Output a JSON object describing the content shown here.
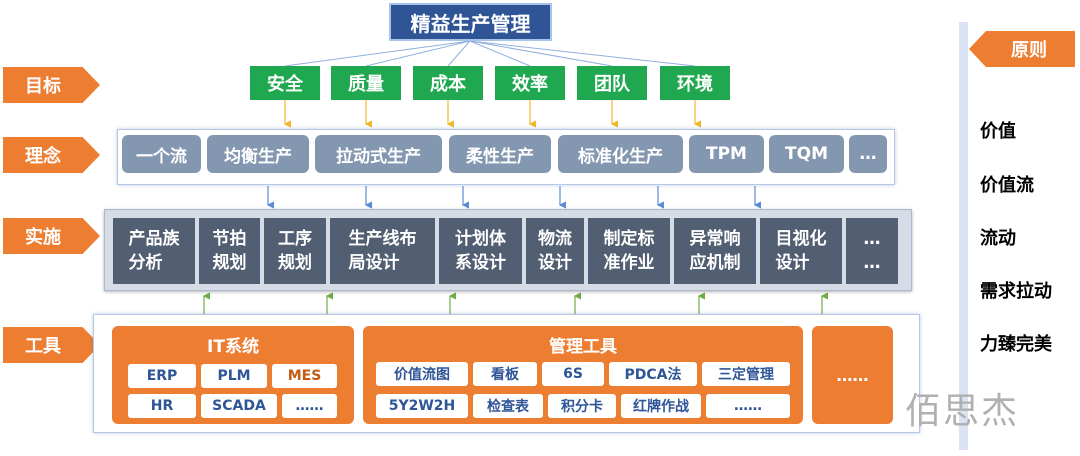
{
  "title": "精益生产管理",
  "rows": {
    "goals": "目标",
    "concepts": "理念",
    "implementation": "实施",
    "tools": "工具"
  },
  "goals": [
    "安全",
    "质量",
    "成本",
    "效率",
    "团队",
    "环境"
  ],
  "concepts": [
    "一个流",
    "均衡生产",
    "拉动式生产",
    "柔性生产",
    "标准化生产",
    "TPM",
    "TQM",
    "…"
  ],
  "implementation": [
    "产品族\n分析",
    "节拍\n规划",
    "工序\n规划",
    "生产线布\n局设计",
    "计划体\n系设计",
    "物流\n设计",
    "制定标\n准作业",
    "异常响\n应机制",
    "目视化\n设计",
    "…\n…"
  ],
  "tools": {
    "it_system": {
      "title": "IT系统",
      "items": [
        "ERP",
        "PLM",
        "MES",
        "HR",
        "SCADA",
        "……"
      ]
    },
    "management": {
      "title": "管理工具",
      "items": [
        "价值流图",
        "看板",
        "6S",
        "PDCA法",
        "三定管理",
        "5Y2W2H",
        "检查表",
        "积分卡",
        "红牌作战",
        "……"
      ]
    },
    "other": "……"
  },
  "principles": {
    "label": "原则",
    "items": [
      "价值",
      "价值流",
      "流动",
      "需求拉动",
      "力臻完美"
    ]
  },
  "watermark": "佰思杰",
  "colors": {
    "title_bg": "#2f5597",
    "goal_green": "#1fa84f",
    "accent_orange": "#ed7d31",
    "concept_gray_blue": "#8497b0",
    "impl_dark": "#525e72",
    "tool_text_blue": "#2f5597"
  }
}
